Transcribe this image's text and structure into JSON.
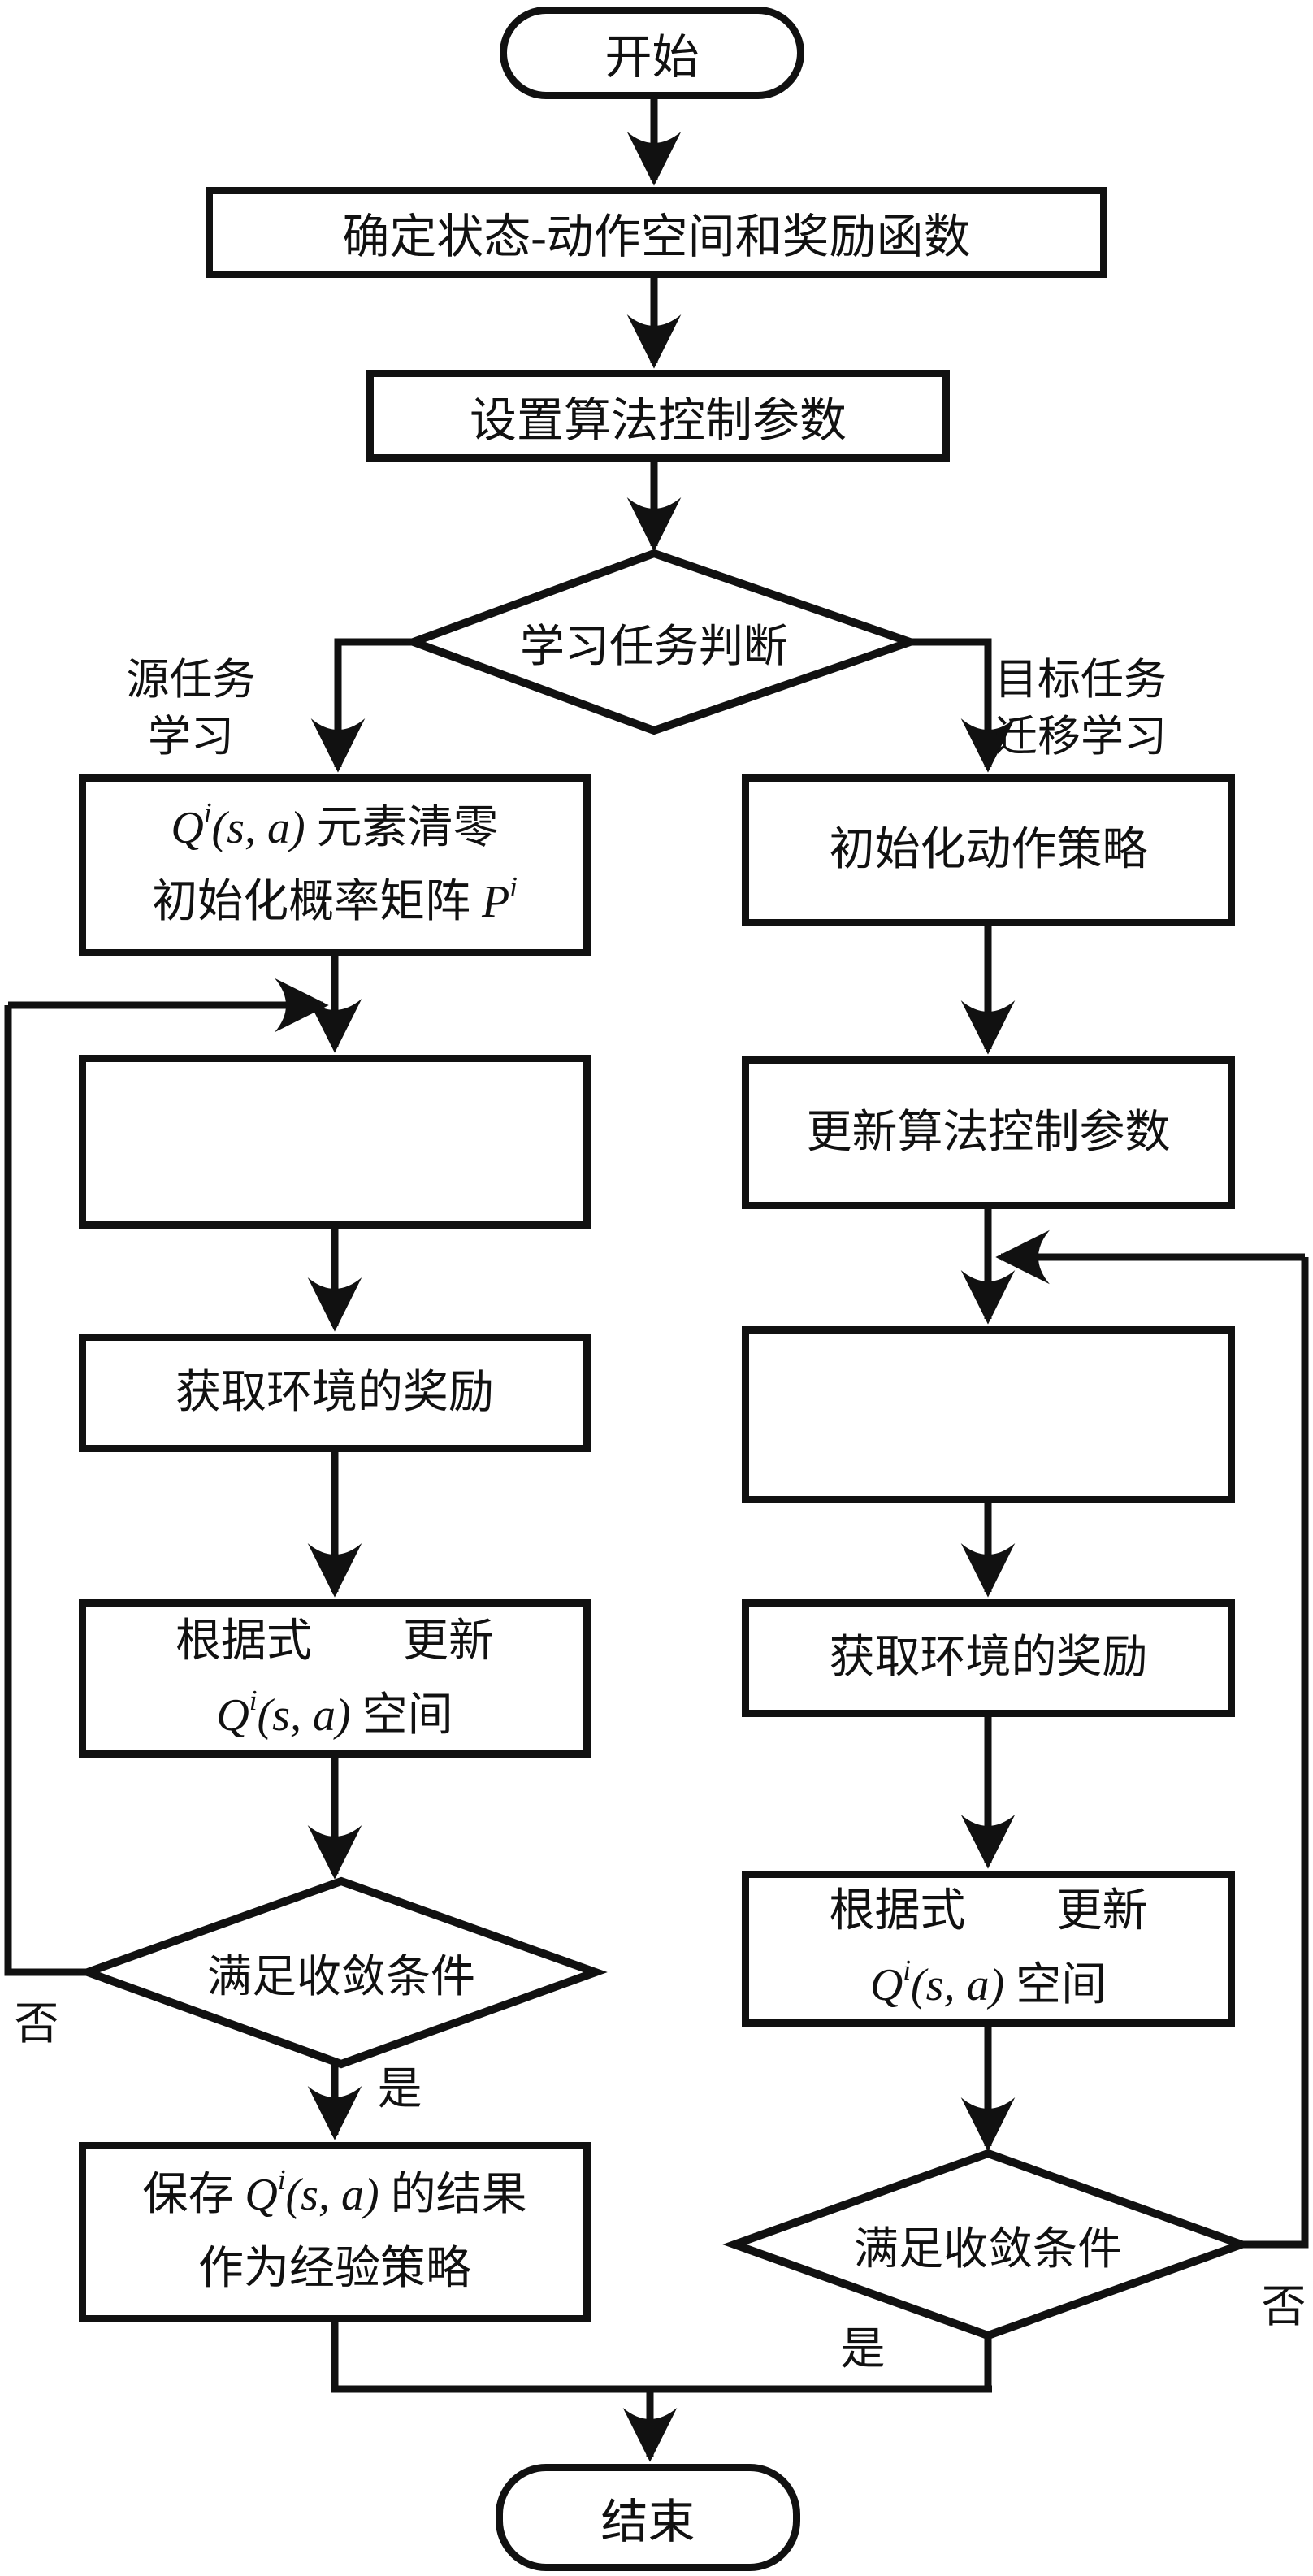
{
  "fc": {
    "colors": {
      "stroke": "#111111",
      "background": "#ffffff"
    },
    "nodes": {
      "start": {
        "label": "开始"
      },
      "define_space": {
        "label": "确定状态-动作空间和奖励函数"
      },
      "set_params": {
        "label": "设置算法控制参数"
      },
      "task_decision": {
        "label": "学习任务判断"
      },
      "source_task_label": {
        "line1": "源任务",
        "line2": "学习"
      },
      "target_task_label": {
        "line1": "目标任务",
        "line2": "迁移学习"
      },
      "init_q": {
        "q": "Q",
        "q_sup": "i",
        "args": "(s, a)",
        "tail": " 元素清零",
        "line2_head": "初始化概率矩阵 ",
        "p": "P",
        "p_sup": "i"
      },
      "init_policy": {
        "label": "初始化动作策略"
      },
      "update_params": {
        "label": "更新算法控制参数"
      },
      "left_blank": {
        "label": ""
      },
      "right_blank": {
        "label": ""
      },
      "get_reward_left": {
        "label": "获取环境的奖励"
      },
      "get_reward_right": {
        "label": "获取环境的奖励"
      },
      "update_q_left": {
        "line1": "根据式　　更新",
        "q": "Q",
        "q_sup": "i",
        "args": "(s, a)",
        "tail": " 空间"
      },
      "update_q_right": {
        "line1": "根据式　　更新",
        "q": "Q",
        "q_sup": "i",
        "args": "(s, a)",
        "tail": " 空间"
      },
      "converge_left": {
        "label": "满足收敛条件"
      },
      "converge_right": {
        "label": "满足收敛条件"
      },
      "save_policy": {
        "head": "保存 ",
        "q": "Q",
        "q_sup": "i",
        "args": "(s, a)",
        "tail": " 的结果",
        "line2": "作为经验策略"
      },
      "end": {
        "label": "结束"
      }
    },
    "edge_labels": {
      "no_left": "否",
      "yes_left": "是",
      "no_right": "否",
      "yes_right": "是"
    }
  }
}
